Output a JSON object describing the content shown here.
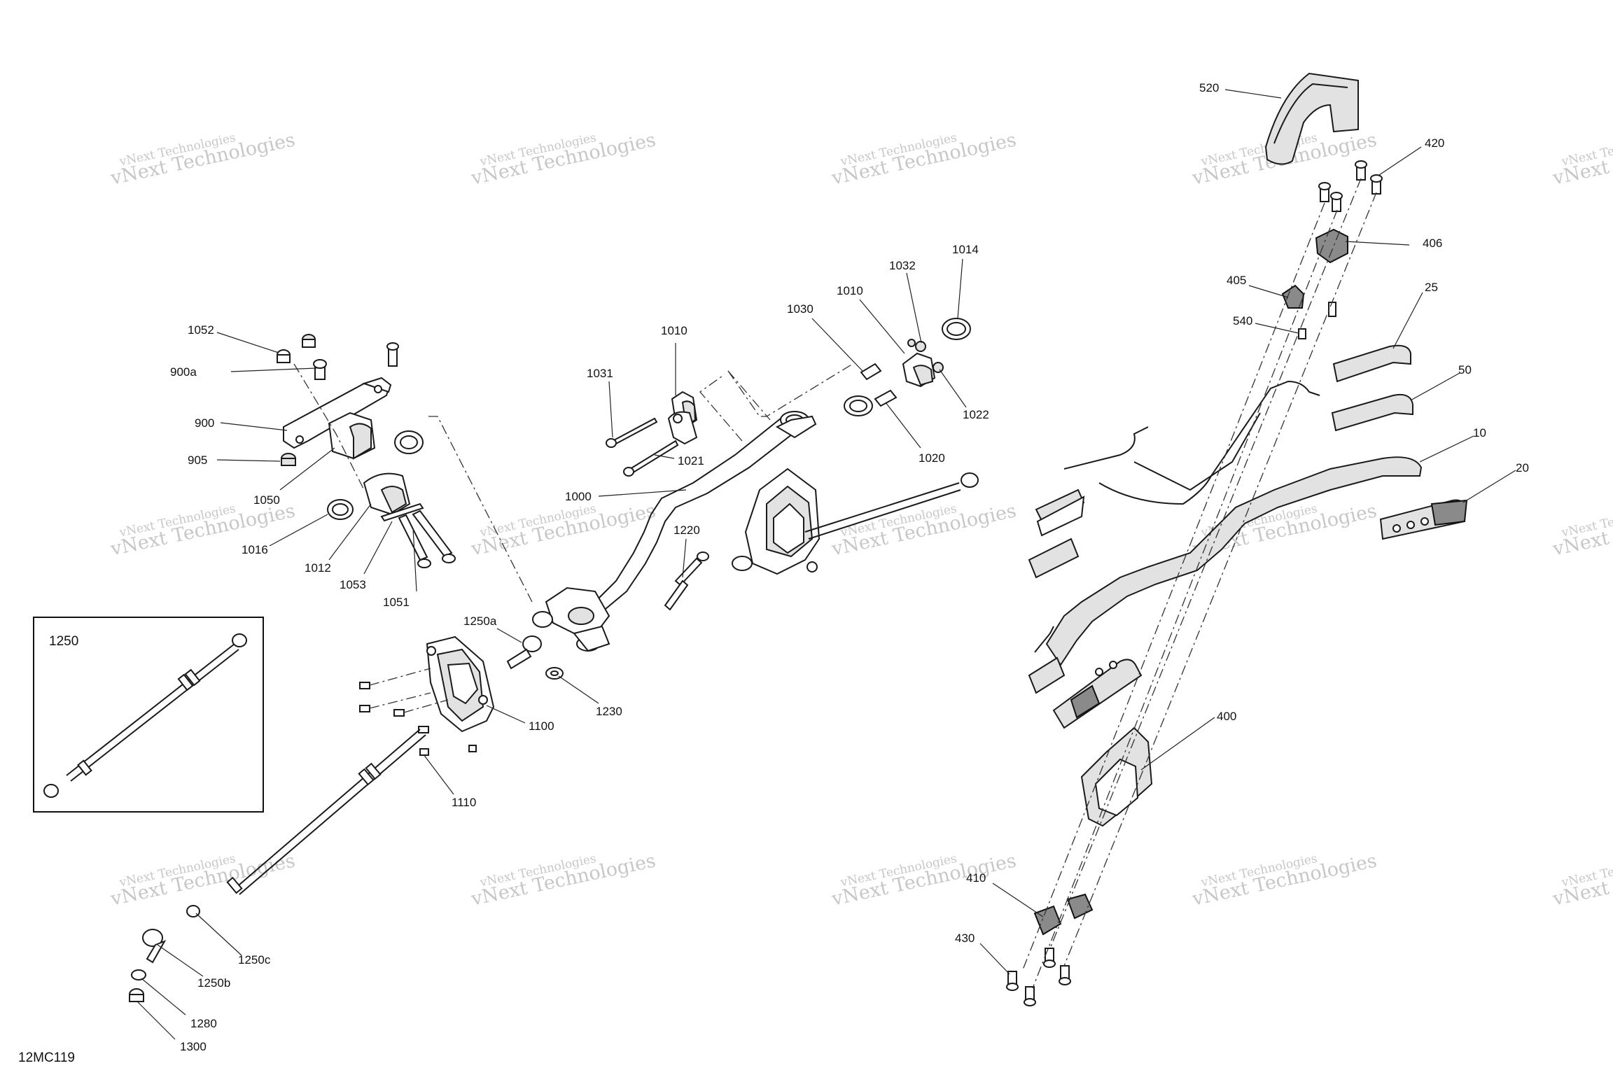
{
  "figure_id": "12MC119",
  "watermark": {
    "line1": "vNext Technologies",
    "line2": "vNext Technologies",
    "color": "#9a9a9a"
  },
  "inset_label": "1250",
  "callouts": [
    {
      "id": "c1052",
      "text": "1052"
    },
    {
      "id": "c900a",
      "text": "900a"
    },
    {
      "id": "c900",
      "text": "900"
    },
    {
      "id": "c905",
      "text": "905"
    },
    {
      "id": "c1050",
      "text": "1050"
    },
    {
      "id": "c1016",
      "text": "1016"
    },
    {
      "id": "c1012",
      "text": "1012"
    },
    {
      "id": "c1053",
      "text": "1053"
    },
    {
      "id": "c1051",
      "text": "1051"
    },
    {
      "id": "c1031",
      "text": "1031"
    },
    {
      "id": "c1010a",
      "text": "1010"
    },
    {
      "id": "c1021",
      "text": "1021"
    },
    {
      "id": "c1000",
      "text": "1000"
    },
    {
      "id": "c1030",
      "text": "1030"
    },
    {
      "id": "c1010b",
      "text": "1010"
    },
    {
      "id": "c1032",
      "text": "1032"
    },
    {
      "id": "c1014",
      "text": "1014"
    },
    {
      "id": "c1022",
      "text": "1022"
    },
    {
      "id": "c1020",
      "text": "1020"
    },
    {
      "id": "c1220",
      "text": "1220"
    },
    {
      "id": "c1250a",
      "text": "1250a"
    },
    {
      "id": "c1100",
      "text": "1100"
    },
    {
      "id": "c1230",
      "text": "1230"
    },
    {
      "id": "c1110",
      "text": "1110"
    },
    {
      "id": "c1250c",
      "text": "1250c"
    },
    {
      "id": "c1250b",
      "text": "1250b"
    },
    {
      "id": "c1280",
      "text": "1280"
    },
    {
      "id": "c1300",
      "text": "1300"
    },
    {
      "id": "c520",
      "text": "520"
    },
    {
      "id": "c420",
      "text": "420"
    },
    {
      "id": "c406",
      "text": "406"
    },
    {
      "id": "c405",
      "text": "405"
    },
    {
      "id": "c540",
      "text": "540"
    },
    {
      "id": "c25",
      "text": "25"
    },
    {
      "id": "c50",
      "text": "50"
    },
    {
      "id": "c10",
      "text": "10"
    },
    {
      "id": "c20",
      "text": "20"
    },
    {
      "id": "c400",
      "text": "400"
    },
    {
      "id": "c410",
      "text": "410"
    },
    {
      "id": "c430",
      "text": "430"
    }
  ]
}
